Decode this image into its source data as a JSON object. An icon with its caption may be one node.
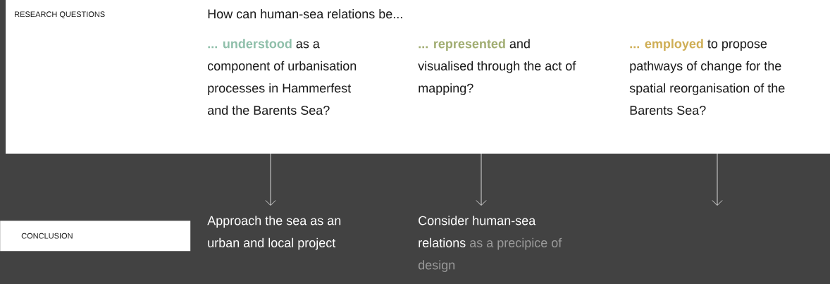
{
  "diagram": {
    "nodes": [
      {
        "text": [
          "**... understood** as a component of urbanisation processes in Hammerfest and the Barents Sea?"
        ]
      },
      {
        "text": [
          "**... represented** and visualised through the act of mapping?"
        ]
      },
      {
        "text": [
          "**... employed** to propose pathways of change for the spatial reorganisation of the Barents Sea?"
        ]
      },
      {
        "text": [
          "Approach the sea as an urban and local project"
        ]
      },
      {
        "text": [
          "Consider human-sea relations *as a precipice of design*"
        ]
      }
    ],
    "edges": [
      {
        "from": 0,
        "to": 3,
        "arrow": "to"
      },
      {
        "from": 1,
        "to": 4,
        "arrow": "to"
      },
      {
        "from": 2,
        "to": null,
        "arrow": "to"
      }
    ],
    "labels": [
      "RESEARCH QUESTIONS",
      "How can human-sea relations be...",
      "CONCLUSION"
    ]
  }
}
